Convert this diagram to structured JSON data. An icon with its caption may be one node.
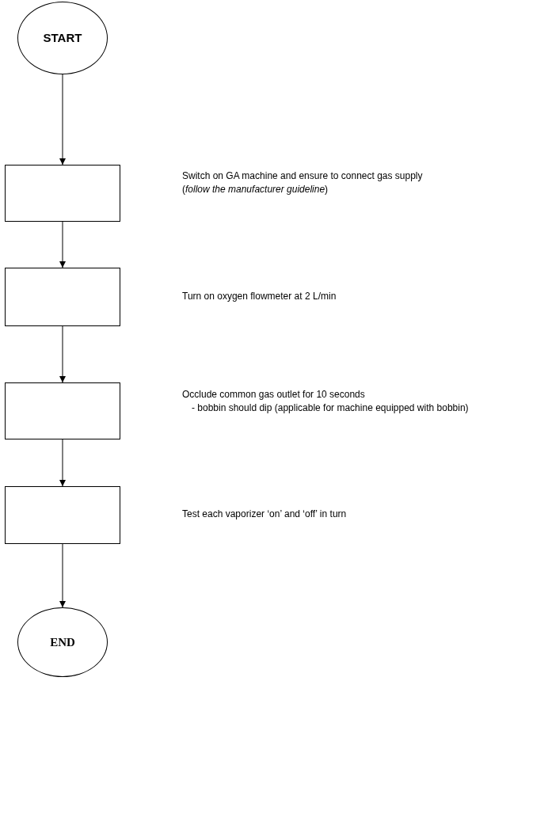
{
  "diagram": {
    "nodes": [
      {
        "text": [
          "START"
        ]
      },
      {
        "text": [],
        "shape": "box"
      },
      {
        "text": [],
        "shape": "box"
      },
      {
        "text": [],
        "shape": "box"
      },
      {
        "text": [],
        "shape": "box"
      },
      {
        "text": [
          "END"
        ]
      }
    ],
    "edges": [
      {
        "from": 0,
        "to": 1,
        "arrow": "to"
      },
      {
        "from": 1,
        "to": 2,
        "arrow": "to"
      },
      {
        "from": 2,
        "to": 3,
        "arrow": "to"
      },
      {
        "from": 3,
        "to": 4,
        "arrow": "to"
      },
      {
        "from": 4,
        "to": 5,
        "arrow": "to"
      }
    ],
    "labels": [
      "Switch on GA machine and ensure to connect gas supply (*follow the manufacturer guideline*)",
      "Turn on oxygen flowmeter at 2 L/min",
      "Occlude common gas outlet for 10 seconds",
      "- bobbin should dip (applicable for machine equipped with bobbin)",
      "Test each vaporizer ‘on’ and ‘off’ in turn"
    ]
  }
}
